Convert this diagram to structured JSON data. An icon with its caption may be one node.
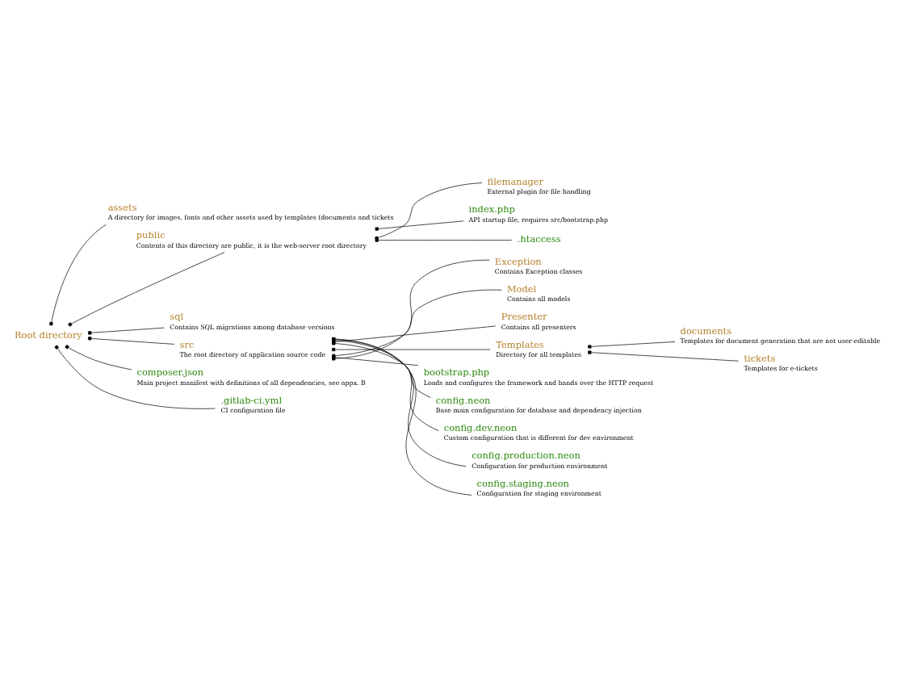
{
  "diagram": {
    "nodes": [
      {
        "text": [
          "Root directory"
        ]
      },
      {
        "text": [
          "assets",
          "A directory for images, fonts and other assets used by templates (documents and tickets"
        ]
      },
      {
        "text": [
          "public",
          "Contents of this directory are public, it is the web-server root directory"
        ]
      },
      {
        "text": [
          "filemanager",
          "External plugin for file handling"
        ]
      },
      {
        "text": [
          "index.php",
          "API startup file, requires src/bootstrap.php"
        ]
      },
      {
        "text": [
          ".htaccess"
        ]
      },
      {
        "text": [
          "sql",
          "Contains SQL migrations among database versions"
        ]
      },
      {
        "text": [
          "src",
          "The root directory of application source code"
        ]
      },
      {
        "text": [
          "Exception",
          "Contains Exception classes"
        ]
      },
      {
        "text": [
          "Model",
          "Contains all models"
        ]
      },
      {
        "text": [
          "Presenter",
          "Contains all presenters"
        ]
      },
      {
        "text": [
          "Templates",
          "Directory for all templates"
        ]
      },
      {
        "text": [
          "documents",
          "Templates for document generation that are not user-editable"
        ]
      },
      {
        "text": [
          "tickets",
          "Templates for e-tickets"
        ]
      },
      {
        "text": [
          "bootstrap.php",
          "Loads and configures the framework and hands over the HTTP request"
        ]
      },
      {
        "text": [
          "config.neon",
          "Base main configuration for database and dependency injection"
        ]
      },
      {
        "text": [
          "config.dev.neon",
          "Custom configuration that is different for dev environment"
        ]
      },
      {
        "text": [
          "config.production.neon",
          "Configuration for production environment"
        ]
      },
      {
        "text": [
          "config.staging.neon",
          "Configuration for staging environment"
        ]
      },
      {
        "text": [
          "composer.json",
          "Main project manifest with definitions of all dependencies, see appx. B"
        ]
      },
      {
        "text": [
          ".gitlab-ci.yml",
          "CI configuration file"
        ]
      }
    ],
    "edges": [
      {
        "from": 0,
        "to": 1,
        "arrow": "other"
      },
      {
        "from": 0,
        "to": 2,
        "arrow": "other"
      },
      {
        "from": 2,
        "to": 3,
        "arrow": "other"
      },
      {
        "from": 2,
        "to": 4,
        "arrow": "other"
      },
      {
        "from": 2,
        "to": 5,
        "arrow": "other"
      },
      {
        "from": 0,
        "to": 6,
        "arrow": "other"
      },
      {
        "from": 0,
        "to": 7,
        "arrow": "other"
      },
      {
        "from": 7,
        "to": 8,
        "arrow": "other"
      },
      {
        "from": 7,
        "to": 9,
        "arrow": "other"
      },
      {
        "from": 7,
        "to": 10,
        "arrow": "other"
      },
      {
        "from": 7,
        "to": 11,
        "arrow": "other"
      },
      {
        "from": 11,
        "to": 12,
        "arrow": "other"
      },
      {
        "from": 11,
        "to": 13,
        "arrow": "other"
      },
      {
        "from": 7,
        "to": 14,
        "arrow": "other"
      },
      {
        "from": 7,
        "to": 15,
        "arrow": "other"
      },
      {
        "from": 7,
        "to": 16,
        "arrow": "other"
      },
      {
        "from": 7,
        "to": 17,
        "arrow": "other"
      },
      {
        "from": 7,
        "to": 18,
        "arrow": "other"
      },
      {
        "from": 0,
        "to": 19,
        "arrow": "other"
      },
      {
        "from": 0,
        "to": 20,
        "arrow": "other"
      }
    ]
  }
}
